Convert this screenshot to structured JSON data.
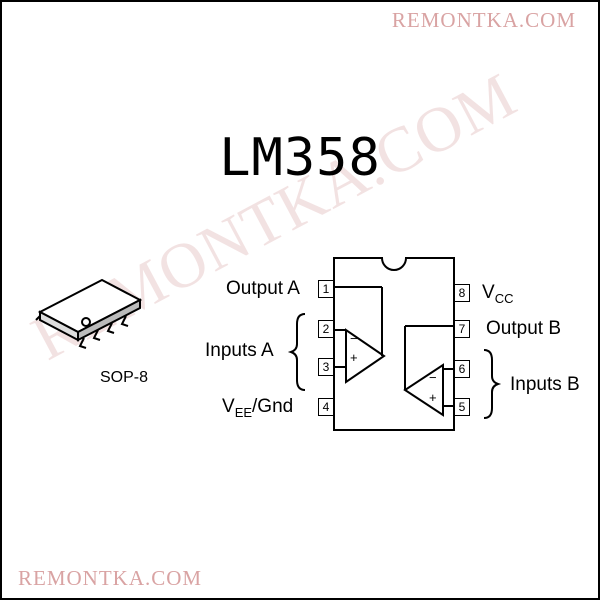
{
  "watermark": "REMONTKA.COM",
  "title": "LM358",
  "package_label": "SOP-8",
  "pins": {
    "p1": {
      "number": "1",
      "label": "Output A"
    },
    "p2": {
      "number": "2"
    },
    "p3": {
      "number": "3"
    },
    "p4": {
      "number": "4",
      "label_main": "V",
      "label_sub": "EE",
      "label_rest": "/Gnd"
    },
    "p5": {
      "number": "5"
    },
    "p6": {
      "number": "6"
    },
    "p7": {
      "number": "7",
      "label": "Output B"
    },
    "p8": {
      "number": "8",
      "label_main": "V",
      "label_sub": "CC"
    }
  },
  "groups": {
    "inputs_a": "Inputs A",
    "inputs_b": "Inputs B"
  },
  "opamp_symbols": {
    "minus": "−",
    "plus": "+"
  }
}
